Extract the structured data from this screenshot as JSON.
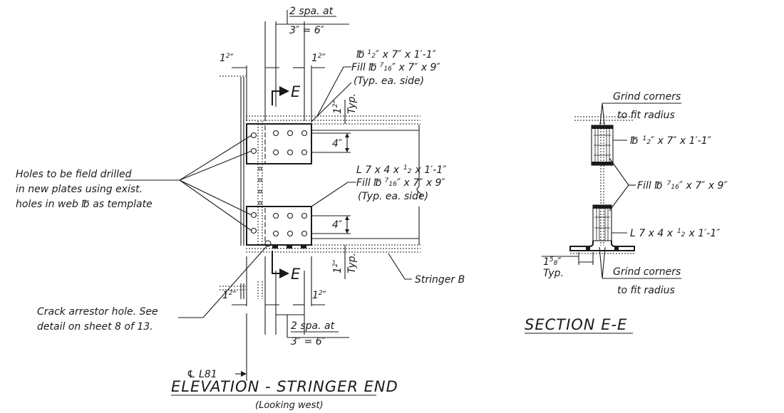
{
  "elevation": {
    "title": "ELEVATION - STRINGER END",
    "subtitle": "(Looking west)",
    "dim_top_spacing_1": "2 spa. at",
    "dim_top_spacing_2": "3″ = 6″",
    "dim_bottom_spacing_1": "2 spa. at",
    "dim_bottom_spacing_2": "3″ = 6″",
    "edge_dim": "1½″",
    "edge_dim_whole": "1",
    "edge_dim_frac": "2",
    "vert_dim_whole": "1",
    "vert_dim_frac": "2",
    "vert_dim_typ": "Typ.",
    "dim_4in": "4″",
    "plate_label": "℔ ½″ x 7″ x 1′-1″",
    "plate_pl": "℔",
    "plate_num": "1",
    "plate_den": "2",
    "plate_rest": "″ x 7″ x 1′-1″",
    "fill_label_pre": "Fill ℔",
    "fill_num": "7",
    "fill_den": "16",
    "fill_rest": "″ x 7″ x 9″",
    "typ_each_side": "(Typ. ea. side)",
    "angle_pre": "L 7 x 4 x",
    "angle_num": "1",
    "angle_den": "2",
    "angle_rest": "x 1′-1″",
    "section_marker": "E",
    "holes_note": [
      "Holes to be field drilled",
      "in new plates using exist.",
      "holes in web ℔ as template"
    ],
    "crack_note_1": "Crack arrestor hole.",
    "crack_note_see": "See",
    "crack_note_2": "detail on sheet 8 of 13.",
    "stringer_label": "Stringer B",
    "centerline_label": "℄ L81"
  },
  "section": {
    "title": "SECTION E-E",
    "grind_top_1": "Grind corners",
    "grind_top_2": "to fit radius",
    "grind_bot_1": "Grind corners",
    "grind_bot_2": "to fit radius",
    "plate_pl": "℔",
    "plate_num": "1",
    "plate_den": "2",
    "plate_rest": "″ x 7″ x 1′-1″",
    "fill_pre": "Fill ℔",
    "fill_num": "7",
    "fill_den": "16",
    "fill_rest": "″ x 7″ x 9″",
    "angle_pre": "L 7 x 4 x",
    "angle_num": "1",
    "angle_den": "2",
    "angle_rest": "x 1′-1″",
    "dim_whole": "1",
    "dim_num": "5",
    "dim_den": "8",
    "dim_unit": "″",
    "dim_typ": "Typ."
  }
}
